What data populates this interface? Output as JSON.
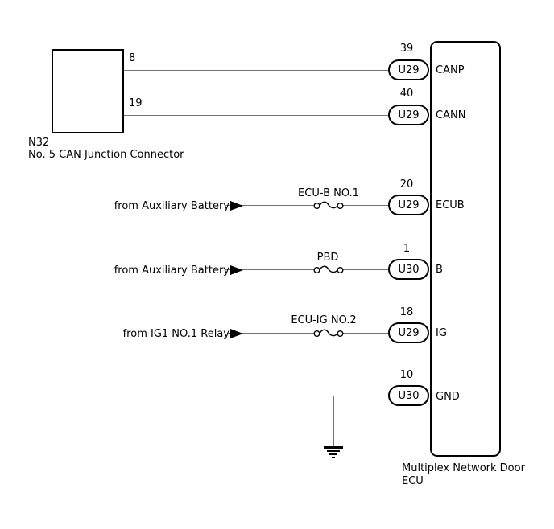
{
  "junction_connector": {
    "id": "N32",
    "name": "No. 5 CAN Junction Connector",
    "pins": [
      {
        "number": "8"
      },
      {
        "number": "19"
      }
    ]
  },
  "ecu": {
    "name_line1": "Multiplex Network Door",
    "name_line2": "ECU",
    "ports": [
      {
        "pin": "39",
        "connector": "U29",
        "label": "CANP"
      },
      {
        "pin": "40",
        "connector": "U29",
        "label": "CANN"
      },
      {
        "pin": "20",
        "connector": "U29",
        "label": "ECUB"
      },
      {
        "pin": "1",
        "connector": "U30",
        "label": "B"
      },
      {
        "pin": "18",
        "connector": "U29",
        "label": "IG"
      },
      {
        "pin": "10",
        "connector": "U30",
        "label": "GND"
      }
    ]
  },
  "sources": [
    {
      "label": "from Auxiliary Battery",
      "fuse": "ECU-B NO.1"
    },
    {
      "label": "from Auxiliary Battery",
      "fuse": "PBD"
    },
    {
      "label": "from IG1 NO.1 Relay",
      "fuse": "ECU-IG NO.2"
    }
  ],
  "colors": {
    "wire": "#757575",
    "line": "#000000",
    "background": "#ffffff"
  }
}
